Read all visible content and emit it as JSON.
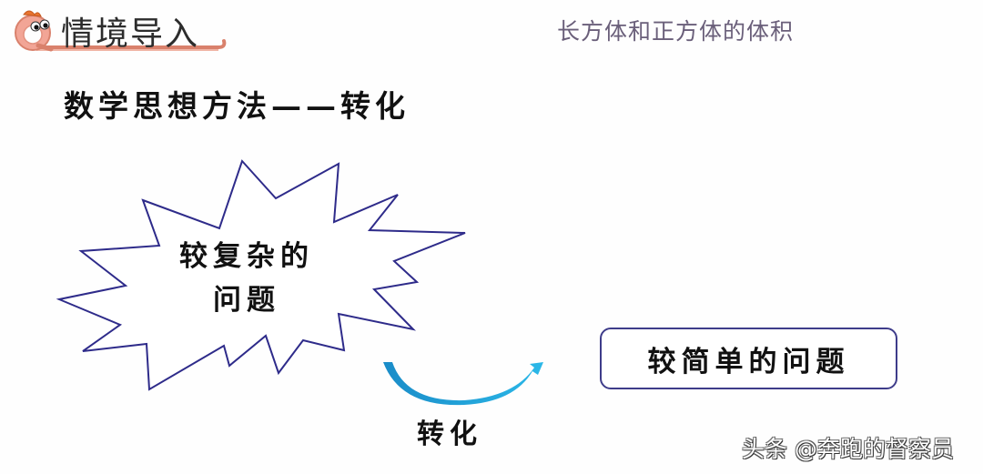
{
  "header": {
    "section_title": "情境导入",
    "logo_icon": "q-mascot-icon",
    "lesson_title": "长方体和正方体的体积"
  },
  "main": {
    "heading": "数学思想方法——转化",
    "complex_problem": {
      "line1": "较复杂的",
      "line2": "问题",
      "shape": "starburst",
      "stroke_color": "#2e2b8a"
    },
    "transform_arrow": {
      "icon": "curved-arrow-right-icon",
      "label": "转化",
      "color": "#1aa0d8"
    },
    "simple_problem": {
      "label": "较简单的问题",
      "border_color": "#3e3c8a"
    }
  },
  "watermark": {
    "text": "头条 @奔跑的督察员"
  }
}
